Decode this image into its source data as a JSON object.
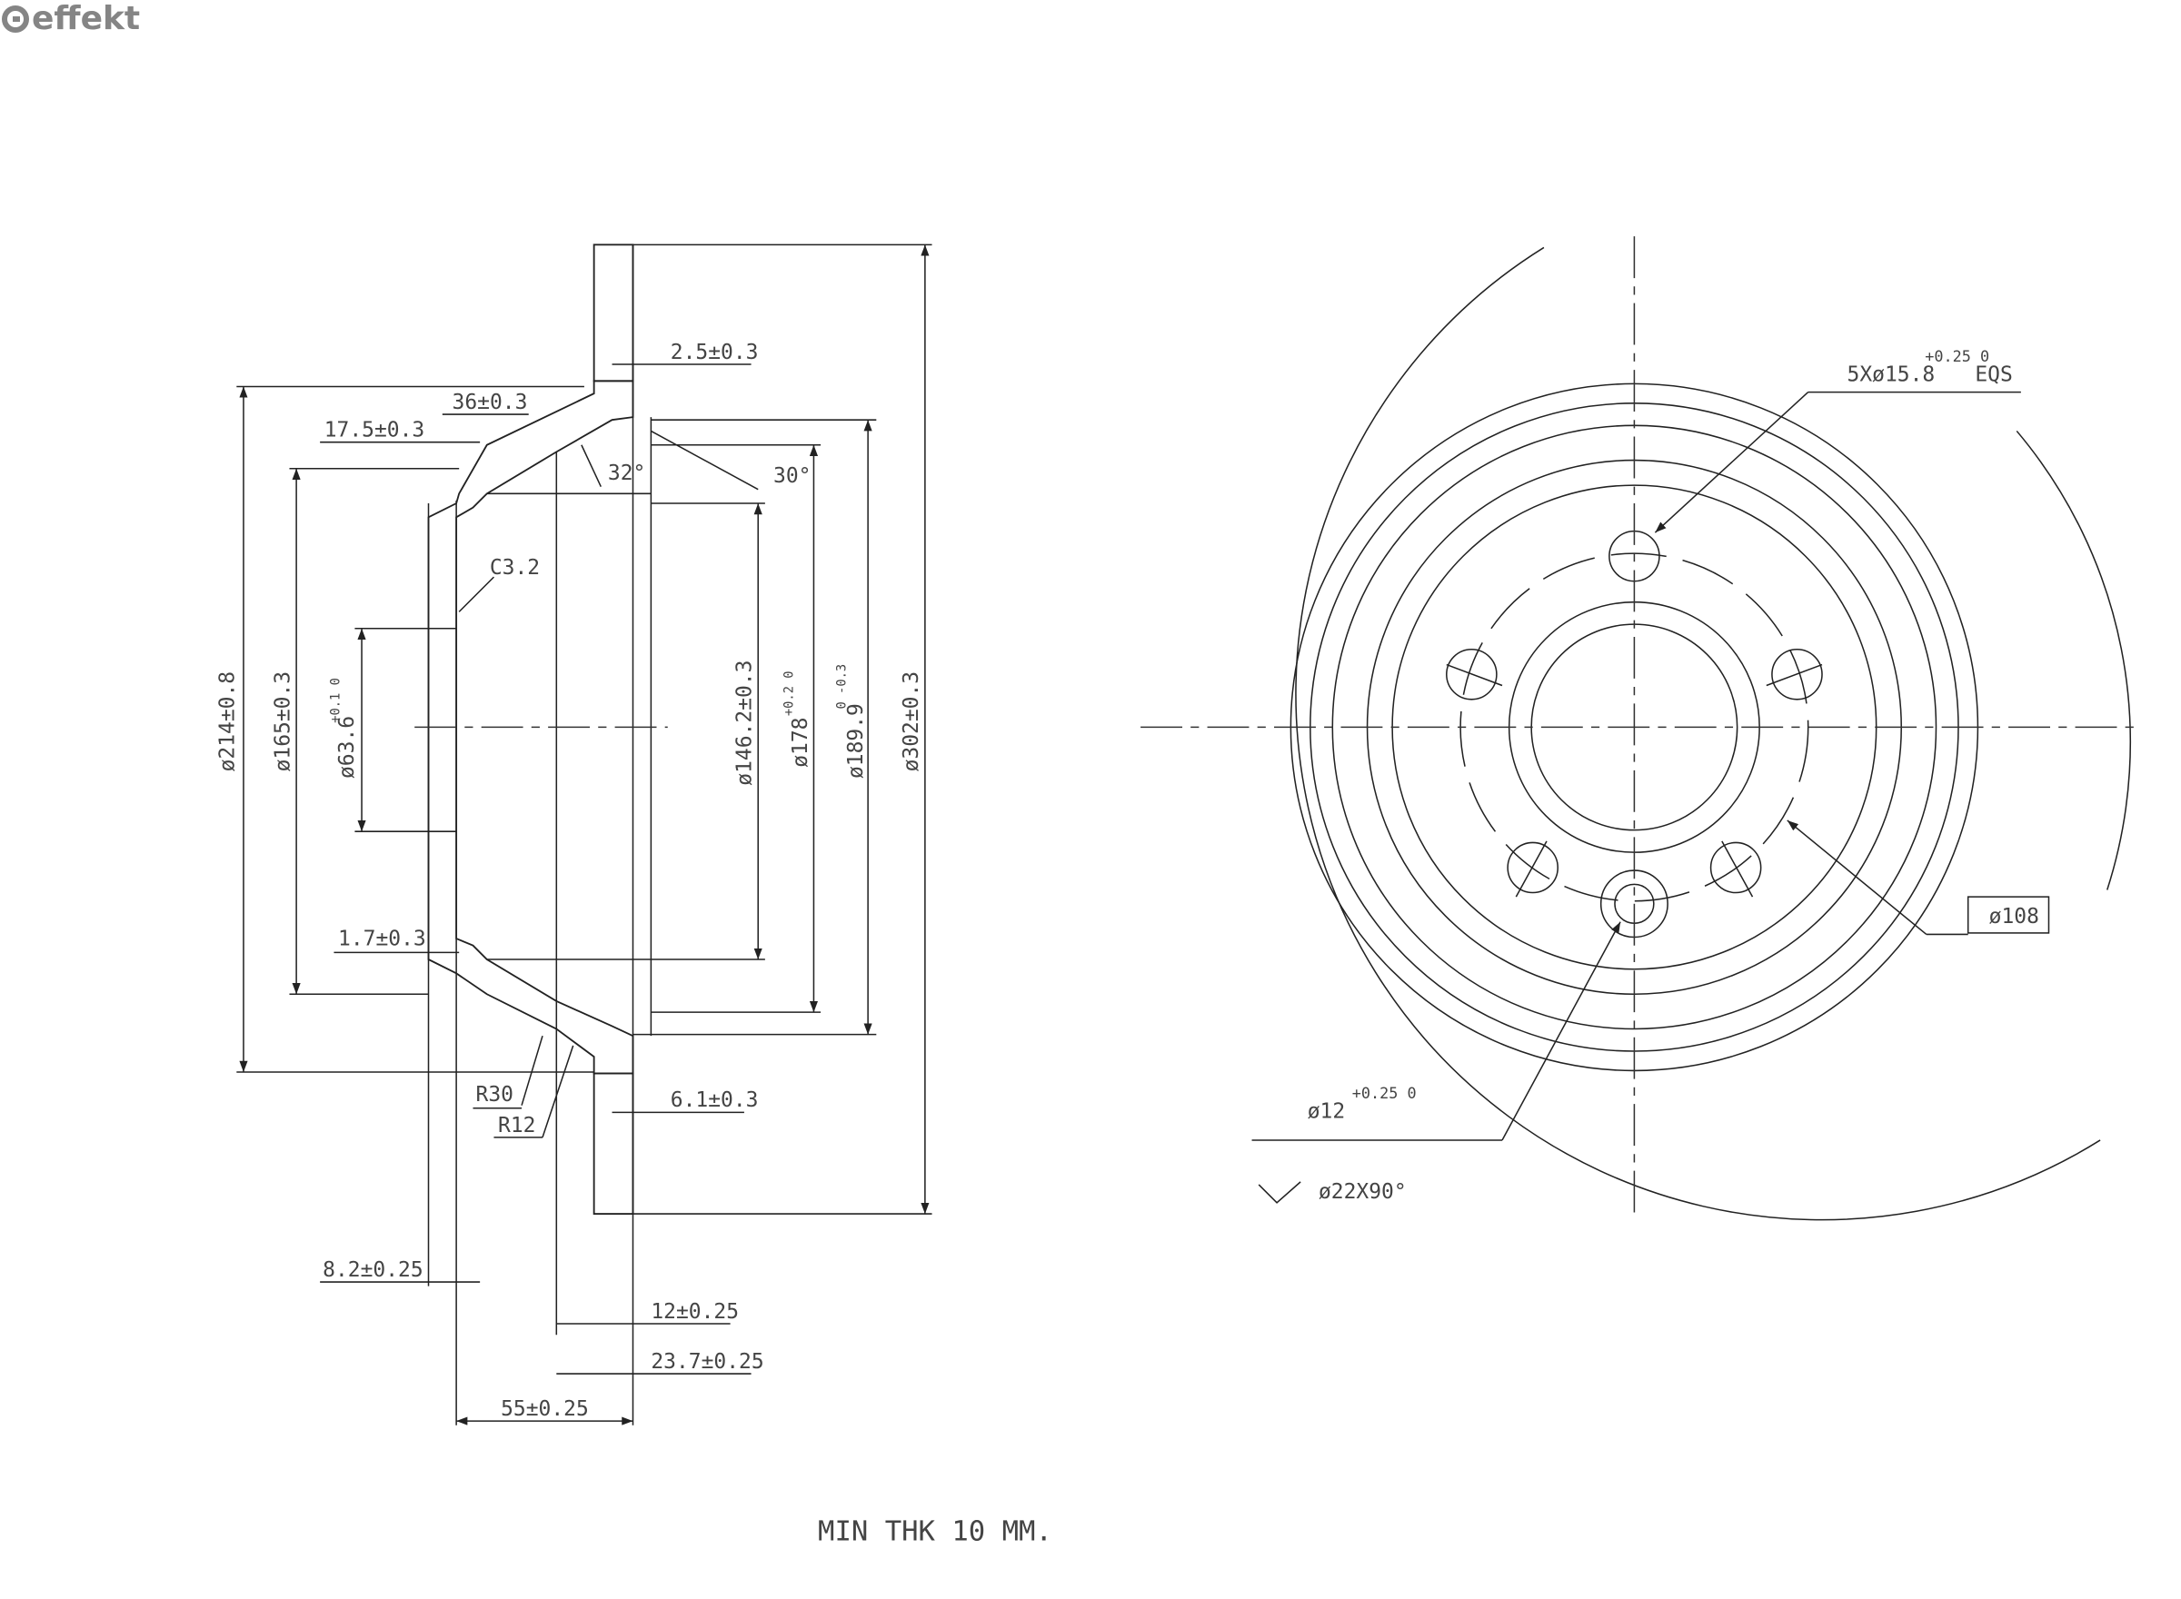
{
  "brand": "effekt",
  "side_view": {
    "dims": {
      "d214": "ø214±0.8",
      "d165": "ø165±0.3",
      "d63": "ø63.6",
      "d63_tol": "+0.1 0",
      "d146": "ø146.2±0.3",
      "d178": "ø178",
      "d178_tol": "+0.2 0",
      "d189": "ø189.9",
      "d189_tol": "0 -0.3",
      "d302": "ø302±0.3",
      "t25": "2.5±0.3",
      "t36": "36±0.3",
      "t175": "17.5±0.3",
      "a32": "32°",
      "a30": "30°",
      "c32": "C3.2",
      "t17": "1.7±0.3",
      "r30": "R30",
      "r12": "R12",
      "t61": "6.1±0.3",
      "t82": "8.2±0.25",
      "t12": "12±0.25",
      "t237": "23.7±0.25",
      "t55": "55±0.25"
    }
  },
  "front_view": {
    "holes_label": "5Xø15.8",
    "holes_tol": "+0.25 0",
    "holes_eqs": "EQS",
    "pcd": "ø108",
    "pilot": "ø12",
    "pilot_tol": "+0.25 0",
    "chamfer": "ø22X90°"
  },
  "note": "MIN THK 10 MM."
}
